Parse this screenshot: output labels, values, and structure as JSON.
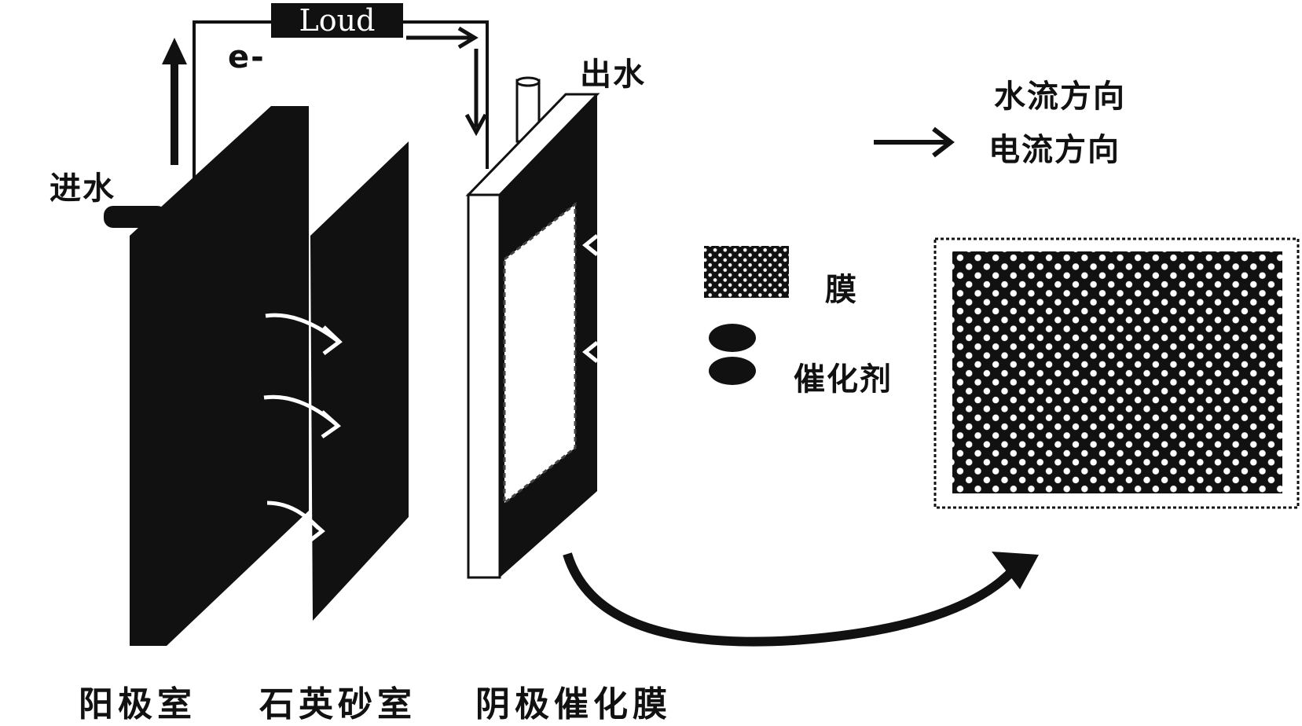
{
  "circuit": {
    "load_label": "Loud",
    "electron_label": "e-"
  },
  "labels": {
    "water_in": "进水",
    "water_out": "出水",
    "anode_chamber": "阳极室",
    "quartz_sand_chamber": "石英砂室",
    "cathode_catalytic_membrane": "阴极催化膜"
  },
  "legend": {
    "water_flow_direction": "水流方向",
    "current_direction": "电流方向",
    "membrane": "膜",
    "catalyst": "催化剂"
  },
  "colors": {
    "ink": "#111111",
    "background": "#ffffff"
  }
}
